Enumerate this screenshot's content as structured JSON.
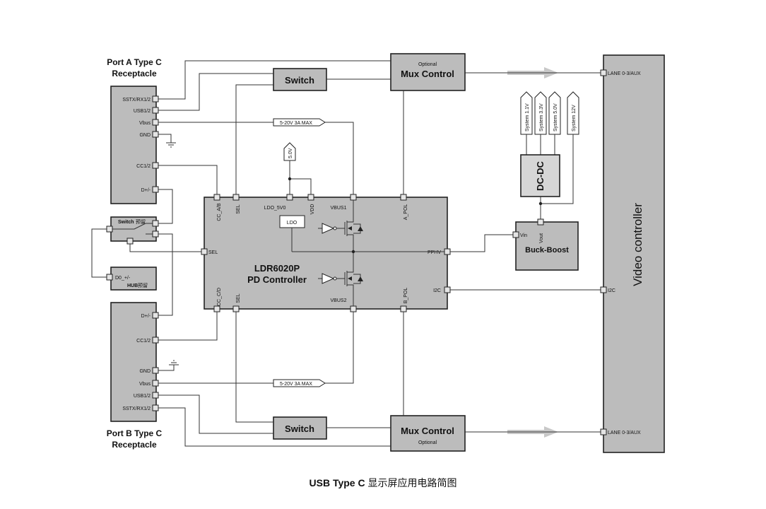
{
  "port_a": {
    "title_line1": "Port A Type C",
    "title_line2": "Receptacle",
    "pins": [
      "SSTX/RX1/2",
      "USB1/2",
      "Vbus",
      "GND",
      "CC1/2",
      "D+/-"
    ]
  },
  "port_b": {
    "title_line1": "Port B Type C",
    "title_line2": "Receptacle",
    "pins": [
      "D+/-",
      "CC1/2",
      "GND",
      "Vbus",
      "USB1/2",
      "SSTX/RX1/2"
    ]
  },
  "switch_small": {
    "label": "Switch",
    "suffix": "预留"
  },
  "hub": {
    "pin": "D0_+/-",
    "label": "HUB",
    "suffix": "预留"
  },
  "switch_top": {
    "label": "Switch"
  },
  "switch_bottom": {
    "label": "Switch"
  },
  "mux_top": {
    "optional": "Optional",
    "label": "Mux Control"
  },
  "mux_bottom": {
    "optional": "Optional",
    "label": "Mux Control"
  },
  "pd": {
    "line1": "LDR6020P",
    "line2": "PD Controller",
    "ldo": "LDO",
    "ldo_5v0": "LDO_5V0",
    "vdd": "VDD",
    "vbus1": "VBUS1",
    "vbus2": "VBUS2",
    "sel": "SEL",
    "cc_ab": "CC_A/B",
    "cc_cd": "CC_C/D",
    "a_pol": "A_POL",
    "b_pol": "B_POL",
    "pphv": "PPHV",
    "i2c": "I2C"
  },
  "tag_5v0": "5.0V",
  "vbus_tag": "5-20V  3A MAX",
  "system_rails": [
    "System 1.1V",
    "System 3.3V",
    "System 5.0V",
    "System 12V"
  ],
  "dcdc": "DC-DC",
  "buck": {
    "label": "Buck-Boost",
    "vin": "Vin",
    "vout": "Vout"
  },
  "video": {
    "label": "Video controller",
    "lane_top": "LANE 0-3/AUX",
    "lane_bottom": "LANE 0-3/AUX",
    "i2c": "I2C"
  },
  "caption_bold": "USB Type C",
  "caption_rest": " 显示屏应用电路简图"
}
